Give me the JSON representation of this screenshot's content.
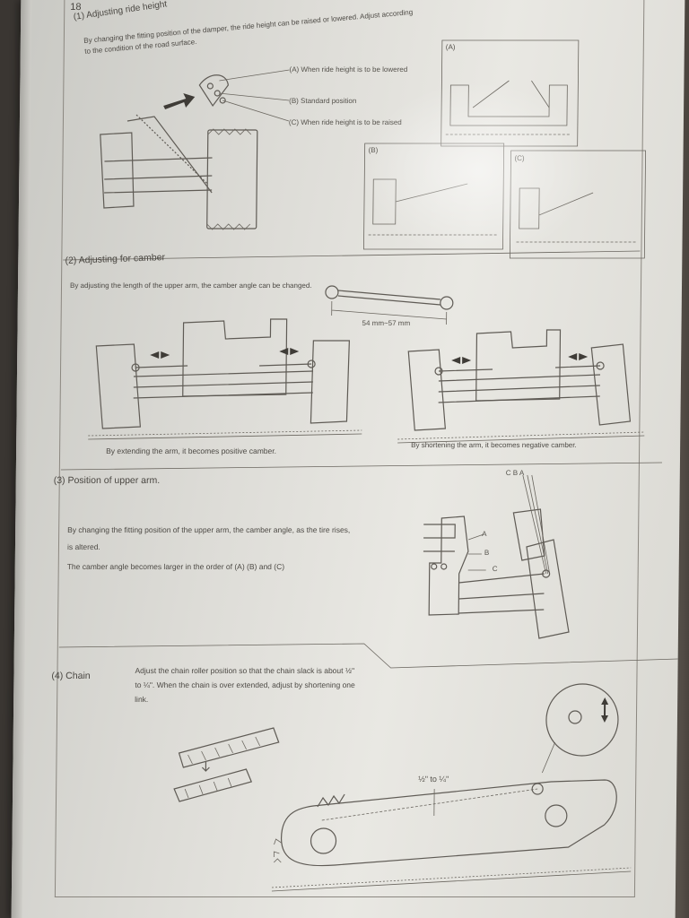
{
  "page": {
    "number": "18"
  },
  "section1": {
    "heading": "(1) Adjusting ride height",
    "body": "By changing the fitting position of the damper, the ride height can be raised or lowered. Adjust according to the condition of the road surface.",
    "callout_a": "(A)  When ride height is to be lowered",
    "callout_b": "(B)  Standard position",
    "callout_c": "(C)  When ride height is to be raised",
    "panel_a": "(A)",
    "panel_b": "(B)",
    "panel_c": "(C)"
  },
  "section2": {
    "heading": "(2) Adjusting for camber",
    "body": "By adjusting the length of the upper arm, the camber angle can be changed.",
    "dimension": "54 mm~57 mm",
    "caption_positive": "By extending the arm, it becomes positive camber.",
    "caption_negative": "By shortening the arm, it becomes negative camber."
  },
  "section3": {
    "heading": "(3) Position of upper arm.",
    "body1": "By changing the fitting position of the upper arm, the camber angle, as the tire rises, is altered.",
    "body2": "The camber angle becomes larger in the order of (A) (B) and (C)",
    "marker_top": "C B A",
    "marker_a": "A",
    "marker_b": "B",
    "marker_c": "C"
  },
  "section4": {
    "heading": "(4) Chain",
    "body": "Adjust the chain roller position so that the chain slack is about ½\" to ¼\". When the chain is over extended, adjust by shortening one link.",
    "slack_label": "½\" to ¼\""
  }
}
